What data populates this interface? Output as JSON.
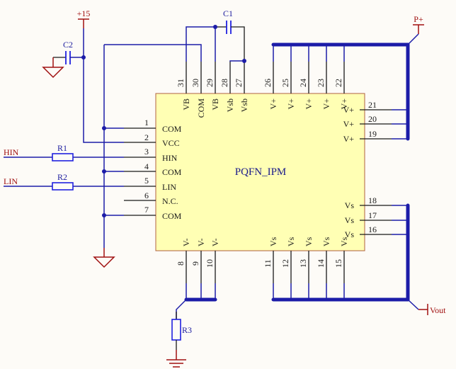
{
  "ic": {
    "name": "PQFN_IPM",
    "left_pins": [
      {
        "num": "1",
        "label": "COM"
      },
      {
        "num": "2",
        "label": "VCC"
      },
      {
        "num": "3",
        "label": "HIN"
      },
      {
        "num": "4",
        "label": "COM"
      },
      {
        "num": "5",
        "label": "LIN"
      },
      {
        "num": "6",
        "label": "N.C."
      },
      {
        "num": "7",
        "label": "COM"
      }
    ],
    "top_pins": [
      {
        "num": "31",
        "label": "VB"
      },
      {
        "num": "30",
        "label": "COM"
      },
      {
        "num": "29",
        "label": "VB"
      },
      {
        "num": "28",
        "label": "Vsb"
      },
      {
        "num": "27",
        "label": "Vsb"
      },
      {
        "num": "26",
        "label": "V+"
      },
      {
        "num": "25",
        "label": "V+"
      },
      {
        "num": "24",
        "label": "V+"
      },
      {
        "num": "23",
        "label": "V+"
      },
      {
        "num": "22",
        "label": "V+"
      }
    ],
    "right_pins": [
      {
        "num": "21",
        "label": "V+"
      },
      {
        "num": "20",
        "label": "V+"
      },
      {
        "num": "19",
        "label": "V+"
      },
      {
        "num": "18",
        "label": "Vs"
      },
      {
        "num": "17",
        "label": "Vs"
      },
      {
        "num": "16",
        "label": "Vs"
      }
    ],
    "bottom_pins": [
      {
        "num": "8",
        "label": "V-"
      },
      {
        "num": "9",
        "label": "V-"
      },
      {
        "num": "10",
        "label": "V-"
      },
      {
        "num": "11",
        "label": "Vs"
      },
      {
        "num": "12",
        "label": "Vs"
      },
      {
        "num": "13",
        "label": "Vs"
      },
      {
        "num": "14",
        "label": "Vs"
      },
      {
        "num": "15",
        "label": "Vs"
      }
    ]
  },
  "components": {
    "c1": "C1",
    "c2": "C2",
    "r1": "R1",
    "r2": "R2",
    "r3": "R3"
  },
  "nets": {
    "vcc": "+15",
    "hin": "HIN",
    "lin": "LIN",
    "pplus": "P+",
    "vout": "Vout"
  },
  "colors": {
    "wire": "#1c1ca8",
    "pin": "#1a1a1a",
    "power": "#a01010",
    "ic_fill": "#ffffb4",
    "ic_border": "#b06040"
  }
}
